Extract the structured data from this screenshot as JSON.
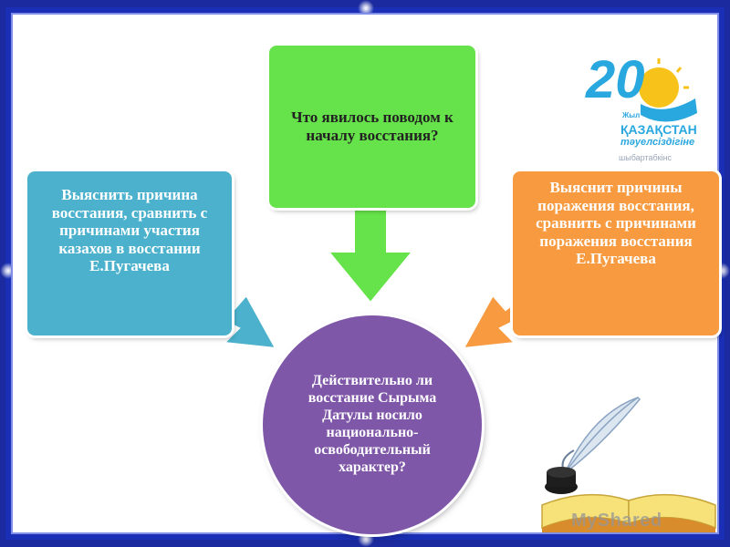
{
  "diagram": {
    "top_question": "Что явилось поводом к началу восстания?",
    "left_task": "Выяснить причина восстания, сравнить с причинами участия казахов в восстании Е.Пугачева",
    "right_task": "Выяснит причины поражения восстания, сравнить с причинами поражения восстания Е.Пугачева",
    "center_question": "Действительно ли восстание Сырыма Датулы носило национально-освободительный характер?"
  },
  "logo": {
    "number": "20",
    "small_word": "Жыл",
    "country": "ҚАЗАҚСТАН",
    "subtitle": "тәуелсіздігіне",
    "footer": "шыбартабкінс"
  },
  "watermark": "MyShared",
  "colors": {
    "green": "#66e34a",
    "blue": "#4bb1cd",
    "orange": "#f79a40",
    "purple": "#7f57a8",
    "frame": "#1a2fb5"
  }
}
